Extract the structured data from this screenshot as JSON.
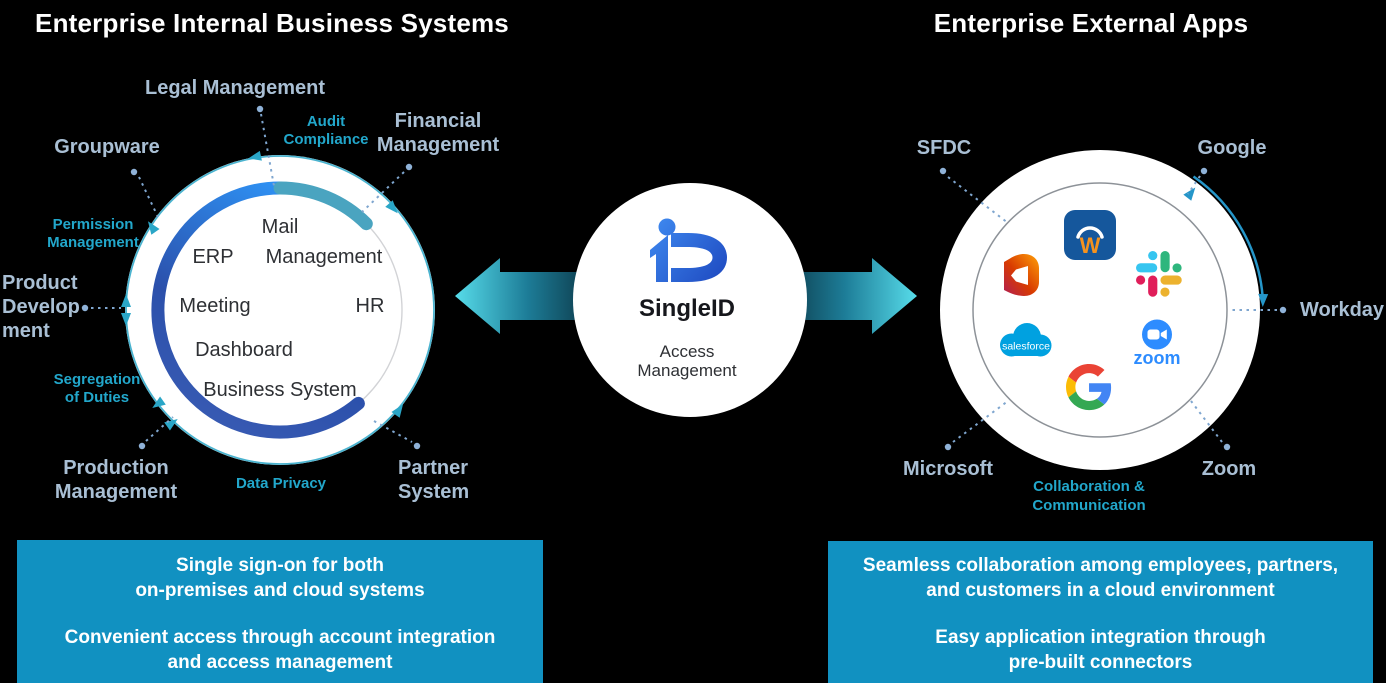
{
  "titles": {
    "left": "Enterprise Internal Business Systems",
    "right": "Enterprise External Apps"
  },
  "left_circle": {
    "inner_items": {
      "mail": "Mail",
      "management": "Management",
      "erp": "ERP",
      "meeting": "Meeting",
      "hr": "HR",
      "dashboard": "Dashboard",
      "business_system": "Business System"
    },
    "outer_labels": {
      "legal": "Legal Management",
      "financial_1": "Financial",
      "financial_2": "Management",
      "groupware": "Groupware",
      "product_1": "Product",
      "product_2": "Develop",
      "product_3": "ment",
      "production_1": "Production",
      "production_2": "Management",
      "partner_1": "Partner",
      "partner_2": "System"
    },
    "teal_labels": {
      "audit_1": "Audit",
      "audit_2": "Compliance",
      "permission_1": "Permission",
      "permission_2": "Management",
      "segregation_1": "Segregation",
      "segregation_2": "of Duties",
      "data_privacy": "Data Privacy"
    }
  },
  "center": {
    "name": "SingleID",
    "subtitle_1": "Access",
    "subtitle_2": "Management"
  },
  "right_circle": {
    "outer_labels": {
      "sfdc": "SFDC",
      "google": "Google",
      "workday": "Workday",
      "microsoft": "Microsoft",
      "zoom": "Zoom"
    },
    "teal_labels": {
      "collab_1": "Collaboration &",
      "collab_2": "Communication"
    },
    "icons": {
      "workday_letter": "W",
      "salesforce_text": "salesforce",
      "zoom_text": "zoom"
    }
  },
  "info_boxes": {
    "left": {
      "line1": "Single sign-on for both",
      "line2": "on-premises and cloud systems",
      "line3": "Convenient access through account integration",
      "line4": "and access management"
    },
    "right": {
      "line1": "Seamless collaboration among employees, partners,",
      "line2": "and customers in a cloud environment",
      "line3": "Easy application integration through",
      "line4": "pre-built connectors"
    }
  },
  "colors": {
    "background": "#000000",
    "info_box": "#1191c1",
    "teal_label": "#22a7cb",
    "gray_label": "#a9bfd4",
    "ring_blue_start": "#2e90f2",
    "ring_blue_end": "#2b4fa9",
    "ring_teal_segment": "#4aa4c0",
    "thin_ring_teal": "#2aa6c7",
    "arrow_cyan": "#57dcea",
    "dashed_line": "#7fa6cf",
    "logo_blue": "#2f6bdb",
    "workday_blue": "#15579c",
    "workday_orange": "#f5921e",
    "salesforce_blue": "#00a1e0",
    "zoom_blue": "#2d8cff",
    "slack_blue": "#36c5f0",
    "slack_green": "#2eb67d",
    "slack_yellow": "#ecb22e",
    "slack_red": "#e01e5a"
  }
}
